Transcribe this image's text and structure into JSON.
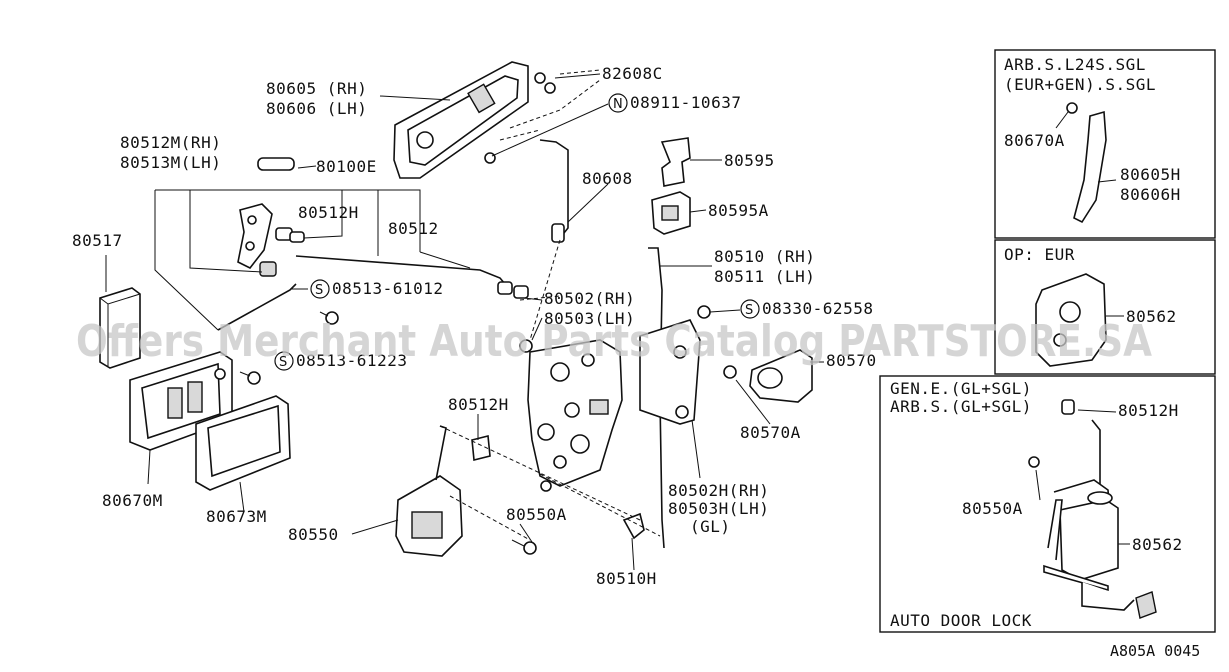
{
  "watermark": "Offers Merchant Auto Parts Catalog PARTSTORE.SA",
  "figure_code": "A805A 0045",
  "labels": {
    "p82608C": "82608C",
    "p80605": "80605 (RH)",
    "p80606": "80606 (LH)",
    "p08911": "08911-10637",
    "p80512M": "80512M(RH)",
    "p80513M": "80513M(LH)",
    "p80100E": "80100E",
    "p80595": "80595",
    "p80608": "80608",
    "p80595A": "80595A",
    "p80512H_a": "80512H",
    "p80512": "80512",
    "p80517": "80517",
    "p80510": "80510 (RH)",
    "p80511": "80511 (LH)",
    "p08513_61012": "08513-61012",
    "p80502": "80502(RH)",
    "p80503": "80503(LH)",
    "p08330": "08330-62558",
    "p08513_61223": "08513-61223",
    "p80570": "80570",
    "p80570A": "80570A",
    "p80512H_b": "80512H",
    "p80670M": "80670M",
    "p80673M": "80673M",
    "p80502H": "80502H(RH)",
    "p80503H": "80503H(LH)",
    "pGL": "(GL)",
    "p80550A": "80550A",
    "p80550": "80550",
    "p80510H": "80510H"
  },
  "circle_marks": {
    "n": "N",
    "s": "S"
  },
  "inset_top": {
    "line1": "ARB.S.L24S.SGL",
    "line2": "(EUR+GEN).S.SGL",
    "p80670A": "80670A",
    "p80605H": "80605H",
    "p80606H": "80606H"
  },
  "inset_mid": {
    "title": "OP: EUR",
    "p80562": "80562"
  },
  "inset_bottom": {
    "line1": "GEN.E.(GL+SGL)",
    "line2": "ARB.S.(GL+SGL)",
    "p80512H": "80512H",
    "p80550A": "80550A",
    "p80562": "80562",
    "caption": "AUTO DOOR LOCK"
  }
}
